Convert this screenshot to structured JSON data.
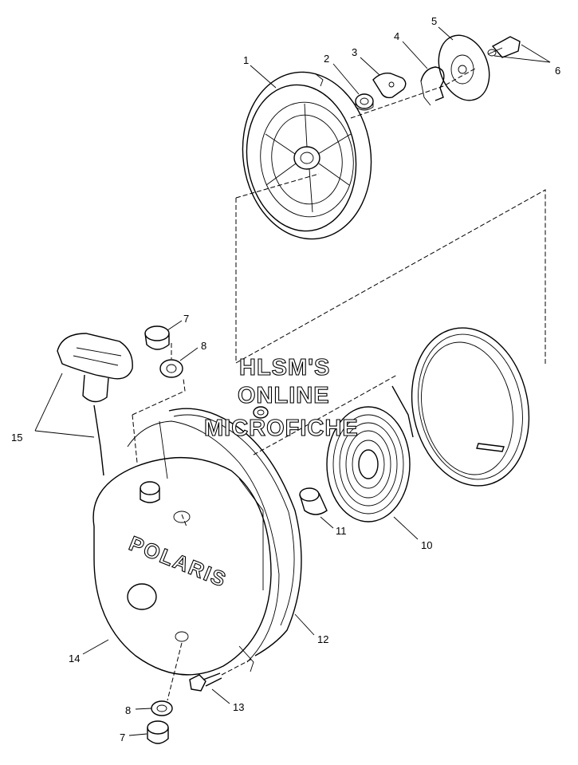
{
  "callouts": [
    {
      "id": "c1",
      "text": "1"
    },
    {
      "id": "c2",
      "text": "2"
    },
    {
      "id": "c3",
      "text": "3"
    },
    {
      "id": "c4",
      "text": "4"
    },
    {
      "id": "c5",
      "text": "5"
    },
    {
      "id": "c6",
      "text": "6"
    },
    {
      "id": "c7a",
      "text": "7"
    },
    {
      "id": "c8a",
      "text": "8"
    },
    {
      "id": "c7b",
      "text": "7"
    },
    {
      "id": "c8b",
      "text": "8"
    },
    {
      "id": "c10",
      "text": "10"
    },
    {
      "id": "c11",
      "text": "11"
    },
    {
      "id": "c12",
      "text": "12"
    },
    {
      "id": "c13",
      "text": "13"
    },
    {
      "id": "c14",
      "text": "14"
    },
    {
      "id": "c15",
      "text": "15"
    }
  ],
  "watermark": {
    "line1": "HLSM'S",
    "line2": "ONLINE",
    "line3": "MICROFICHE"
  },
  "brand_text": "POLARIS"
}
